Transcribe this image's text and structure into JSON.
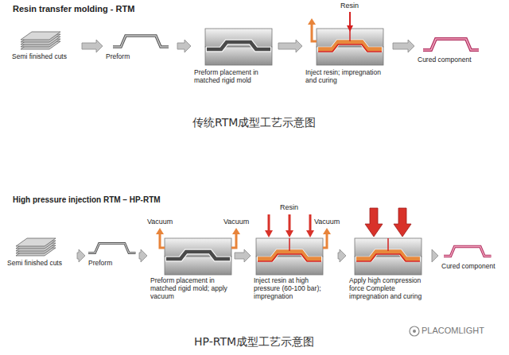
{
  "diagram": {
    "nodes": [
      {
        "text": [
          "Semi finished cuts"
        ]
      },
      {
        "text": [
          "Preform"
        ]
      },
      {
        "text": [
          "Preform placement in matched rigid mold"
        ]
      },
      {
        "text": [
          "Inject resin; impregnation and curing"
        ]
      },
      {
        "text": [
          "Cured component"
        ]
      },
      {
        "text": [
          "Semi finished cuts"
        ]
      },
      {
        "text": [
          "Preform"
        ]
      },
      {
        "text": [
          "Preform placement in matched rigid mold; apply vacuum"
        ]
      },
      {
        "text": [
          "Inject resin at high pressure (60-100 bar); impregnation"
        ]
      },
      {
        "text": [
          "Apply high compression force Complete impregnation and curing"
        ]
      },
      {
        "text": [
          "Cured component"
        ]
      }
    ],
    "edges": [
      {
        "from": 0,
        "to": 1,
        "arrow": "to"
      },
      {
        "from": 1,
        "to": 2,
        "arrow": "to"
      },
      {
        "from": 2,
        "to": 3,
        "arrow": "to"
      },
      {
        "from": 3,
        "to": 4,
        "arrow": "to"
      },
      {
        "from": 5,
        "to": 6,
        "arrow": "to"
      },
      {
        "from": 6,
        "to": 7,
        "arrow": "to"
      },
      {
        "from": 7,
        "to": 8,
        "arrow": "to"
      },
      {
        "from": 8,
        "to": 9,
        "arrow": "to"
      },
      {
        "from": 9,
        "to": 10,
        "arrow": "to"
      }
    ],
    "labels": [
      "Resin transfer molding - RTM",
      "传统RTM成型工艺示意图",
      "High pressure injection RTM – HP-RTM",
      "HP-RTM成型工艺示意图",
      "Resin",
      "Resin",
      "Vacuum",
      "Vacuum",
      "Vacuum",
      "PLACOMLIGHT"
    ]
  }
}
